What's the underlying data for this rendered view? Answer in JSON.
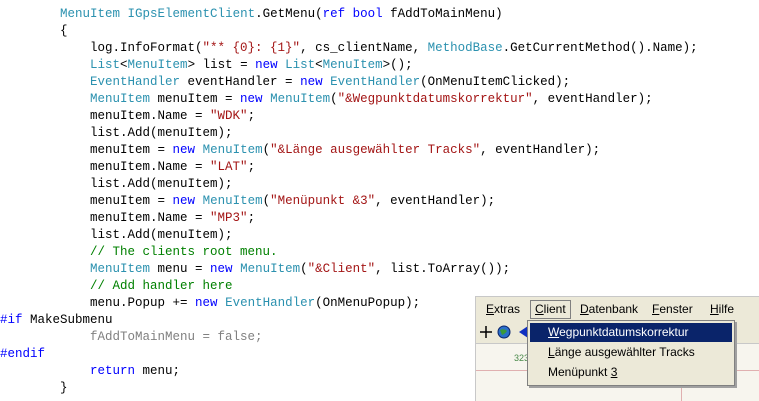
{
  "code": {
    "lines": [
      [
        {
          "t": "        "
        },
        {
          "t": "MenuItem",
          "c": "ty"
        },
        {
          "t": " "
        },
        {
          "t": "IGpsElementClient",
          "c": "ty"
        },
        {
          "t": ".GetMenu("
        },
        {
          "t": "ref",
          "c": "kw"
        },
        {
          "t": " "
        },
        {
          "t": "bool",
          "c": "kw"
        },
        {
          "t": " fAddToMainMenu)"
        }
      ],
      [
        {
          "t": "        {"
        }
      ],
      [
        {
          "t": "            log.InfoFormat("
        },
        {
          "t": "\"** {0}: {1}\"",
          "c": "st"
        },
        {
          "t": ", cs_clientName, "
        },
        {
          "t": "MethodBase",
          "c": "ty"
        },
        {
          "t": ".GetCurrentMethod().Name);"
        }
      ],
      [
        {
          "t": "            "
        },
        {
          "t": "List",
          "c": "ty"
        },
        {
          "t": "<"
        },
        {
          "t": "MenuItem",
          "c": "ty"
        },
        {
          "t": "> list = "
        },
        {
          "t": "new",
          "c": "kw"
        },
        {
          "t": " "
        },
        {
          "t": "List",
          "c": "ty"
        },
        {
          "t": "<"
        },
        {
          "t": "MenuItem",
          "c": "ty"
        },
        {
          "t": ">();"
        }
      ],
      [
        {
          "t": "            "
        },
        {
          "t": "EventHandler",
          "c": "ty"
        },
        {
          "t": " eventHandler = "
        },
        {
          "t": "new",
          "c": "kw"
        },
        {
          "t": " "
        },
        {
          "t": "EventHandler",
          "c": "ty"
        },
        {
          "t": "(OnMenuItemClicked);"
        }
      ],
      [
        {
          "t": "            "
        },
        {
          "t": "MenuItem",
          "c": "ty"
        },
        {
          "t": " menuItem = "
        },
        {
          "t": "new",
          "c": "kw"
        },
        {
          "t": " "
        },
        {
          "t": "MenuItem",
          "c": "ty"
        },
        {
          "t": "("
        },
        {
          "t": "\"&Wegpunktdatumskorrektur\"",
          "c": "st"
        },
        {
          "t": ", eventHandler);"
        }
      ],
      [
        {
          "t": "            menuItem.Name = "
        },
        {
          "t": "\"WDK\"",
          "c": "st"
        },
        {
          "t": ";"
        }
      ],
      [
        {
          "t": "            list.Add(menuItem);"
        }
      ],
      [
        {
          "t": "            menuItem = "
        },
        {
          "t": "new",
          "c": "kw"
        },
        {
          "t": " "
        },
        {
          "t": "MenuItem",
          "c": "ty"
        },
        {
          "t": "("
        },
        {
          "t": "\"&Länge ausgewählter Tracks\"",
          "c": "st"
        },
        {
          "t": ", eventHandler);"
        }
      ],
      [
        {
          "t": "            menuItem.Name = "
        },
        {
          "t": "\"LAT\"",
          "c": "st"
        },
        {
          "t": ";"
        }
      ],
      [
        {
          "t": "            list.Add(menuItem);"
        }
      ],
      [
        {
          "t": "            menuItem = "
        },
        {
          "t": "new",
          "c": "kw"
        },
        {
          "t": " "
        },
        {
          "t": "MenuItem",
          "c": "ty"
        },
        {
          "t": "("
        },
        {
          "t": "\"Menüpunkt &3\"",
          "c": "st"
        },
        {
          "t": ", eventHandler);"
        }
      ],
      [
        {
          "t": "            menuItem.Name = "
        },
        {
          "t": "\"MP3\"",
          "c": "st"
        },
        {
          "t": ";"
        }
      ],
      [
        {
          "t": "            list.Add(menuItem);"
        }
      ],
      [
        {
          "t": "            "
        },
        {
          "t": "// The clients root menu.",
          "c": "cm"
        }
      ],
      [
        {
          "t": "            "
        },
        {
          "t": "MenuItem",
          "c": "ty"
        },
        {
          "t": " menu = "
        },
        {
          "t": "new",
          "c": "kw"
        },
        {
          "t": " "
        },
        {
          "t": "MenuItem",
          "c": "ty"
        },
        {
          "t": "("
        },
        {
          "t": "\"&Client\"",
          "c": "st"
        },
        {
          "t": ", list.ToArray());"
        }
      ],
      [
        {
          "t": "            "
        },
        {
          "t": "// Add handler here",
          "c": "cm"
        }
      ],
      [
        {
          "t": "            menu.Popup += "
        },
        {
          "t": "new",
          "c": "kw"
        },
        {
          "t": " "
        },
        {
          "t": "EventHandler",
          "c": "ty"
        },
        {
          "t": "(OnMenuPopup);"
        }
      ],
      [
        {
          "t": "#if",
          "c": "kw"
        },
        {
          "t": " MakeSubmenu"
        }
      ],
      [
        {
          "t": "            fAddToMainMenu = false;",
          "c": "gr"
        }
      ],
      [
        {
          "t": "#endif",
          "c": "kw"
        }
      ],
      [
        {
          "t": "            "
        },
        {
          "t": "return",
          "c": "kw"
        },
        {
          "t": " menu;"
        }
      ],
      [
        {
          "t": "        }"
        }
      ]
    ]
  },
  "app_menubar": {
    "items": [
      {
        "label": "Extras",
        "mnemonic": "E"
      },
      {
        "label": "Client",
        "mnemonic": "C"
      },
      {
        "label": "Datenbank",
        "mnemonic": "D"
      },
      {
        "label": "Fenster",
        "mnemonic": "F"
      },
      {
        "label": "Hilfe",
        "mnemonic": "H"
      }
    ],
    "active": "Client"
  },
  "client_menu": {
    "items": [
      {
        "label": "Wegpunktdatumskorrektur",
        "mnemonic": "W",
        "selected": true
      },
      {
        "label": "Länge ausgewählter Tracks",
        "mnemonic": "L",
        "selected": false
      },
      {
        "label": "Menüpunkt 3",
        "mnemonic": "3",
        "selected": false
      }
    ]
  },
  "map": {
    "coord_fragment": "323"
  },
  "toolbar": {
    "icons": [
      "move-cross-icon",
      "globe-icon",
      "arrow-left-icon"
    ]
  },
  "colors": {
    "selection": "#0a246a",
    "menu_bg": "#ece9d8"
  }
}
